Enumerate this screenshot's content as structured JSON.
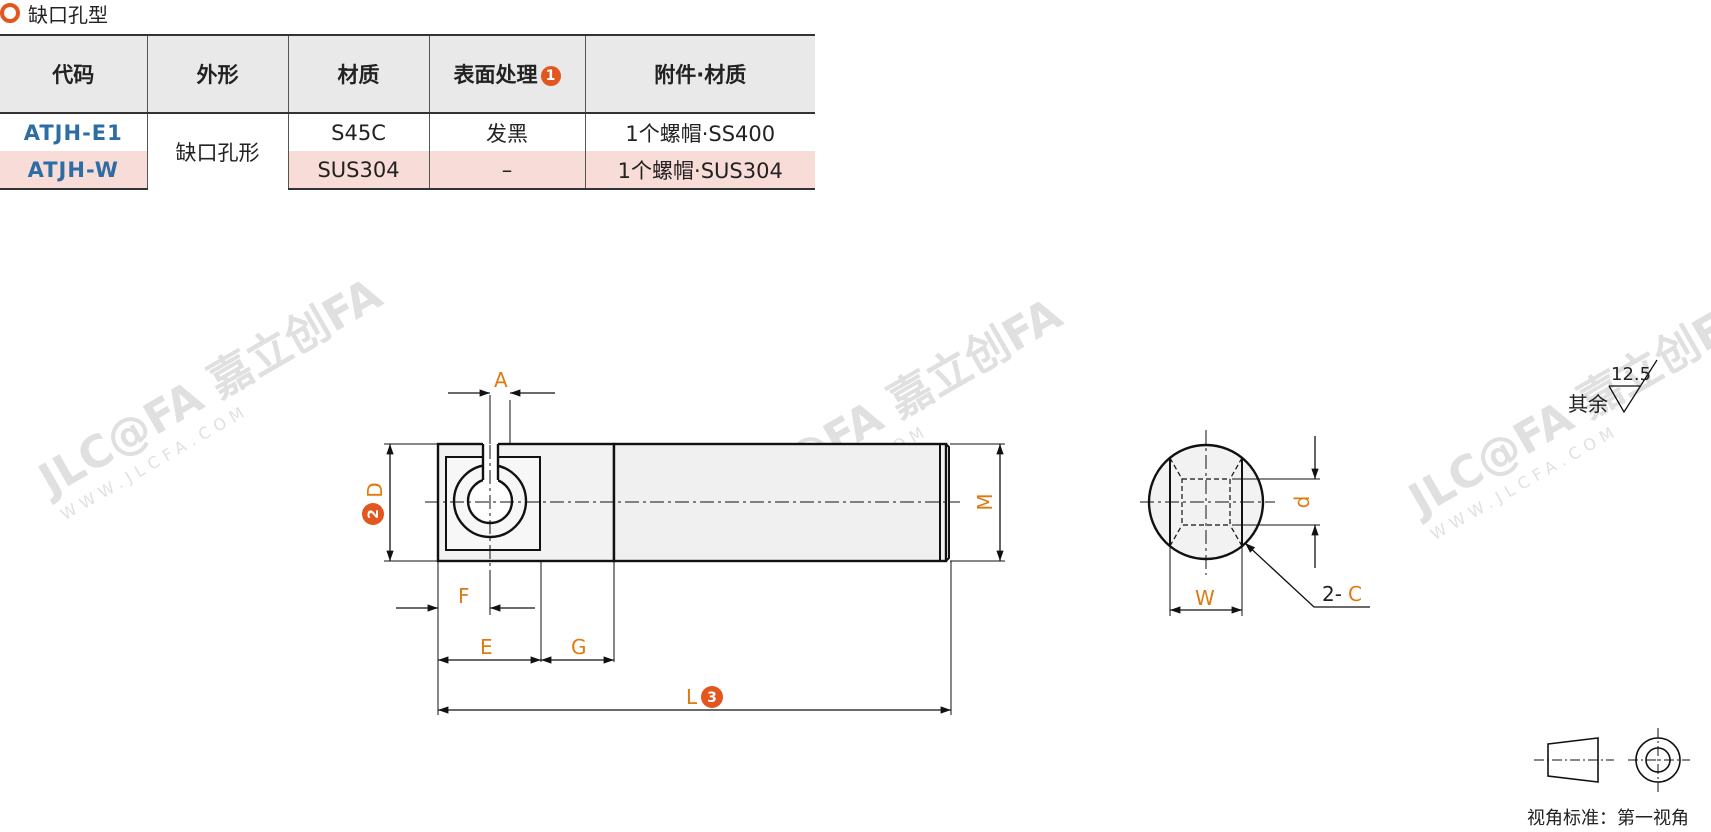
{
  "section": {
    "title": "缺口孔型"
  },
  "table": {
    "headers": [
      "代码",
      "外形",
      "材质",
      "表面处理",
      "附件·材质"
    ],
    "surface_badge": "1",
    "shape": "缺口孔形",
    "rows": [
      {
        "code": "ATJH-E1",
        "material": "S45C",
        "surface": "发黑",
        "accessory": "1个螺帽·SS400"
      },
      {
        "code": "ATJH-W",
        "material": "SUS304",
        "surface": "–",
        "accessory": "1个螺帽·SUS304"
      }
    ]
  },
  "drawing": {
    "labels": {
      "A": "A",
      "D": "D",
      "D_badge": "2",
      "M": "M",
      "F": "F",
      "E": "E",
      "G": "G",
      "L": "L",
      "L_badge": "3",
      "d": "d",
      "W": "W",
      "C_prefix": "2-",
      "C": "C"
    },
    "roughness": {
      "value": "12.5",
      "label": "其余"
    },
    "projection": {
      "label": "视角标准：第一视角"
    },
    "watermark": {
      "brand": "JLC@FA 嘉立创FA",
      "url": "WWW.JLCFA.COM"
    },
    "colors": {
      "dim_label": "#e07a10",
      "badge": "#e2571d",
      "line": "#111111",
      "part_fill": "#f0f0f0"
    }
  }
}
